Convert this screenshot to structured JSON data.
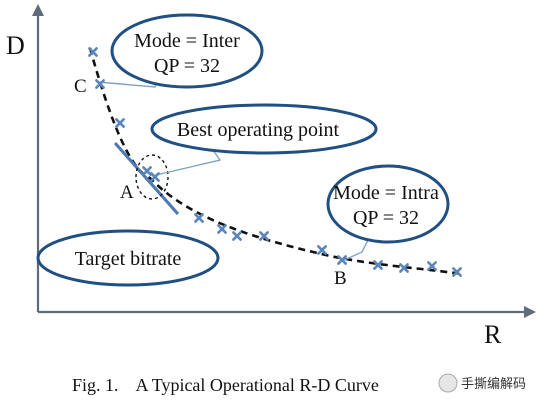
{
  "axes": {
    "y_label": "D",
    "x_label": "R"
  },
  "callouts": {
    "inter": {
      "line1": "Mode = Inter",
      "line2": "QP = 32"
    },
    "best": {
      "text": "Best operating point"
    },
    "intra": {
      "line1": "Mode = Intra",
      "line2": "QP = 32"
    },
    "target": {
      "text": "Target bitrate"
    }
  },
  "points": {
    "a": "A",
    "b": "B",
    "c": "C"
  },
  "caption": {
    "text": "Fig. 1.    A Typical Operational R-D Curve"
  },
  "watermark": {
    "text": "手撕编解码"
  },
  "colors": {
    "bubble_border": "#1f4f83",
    "marker": "#5b86b8",
    "axis": "#5f6b78"
  }
}
